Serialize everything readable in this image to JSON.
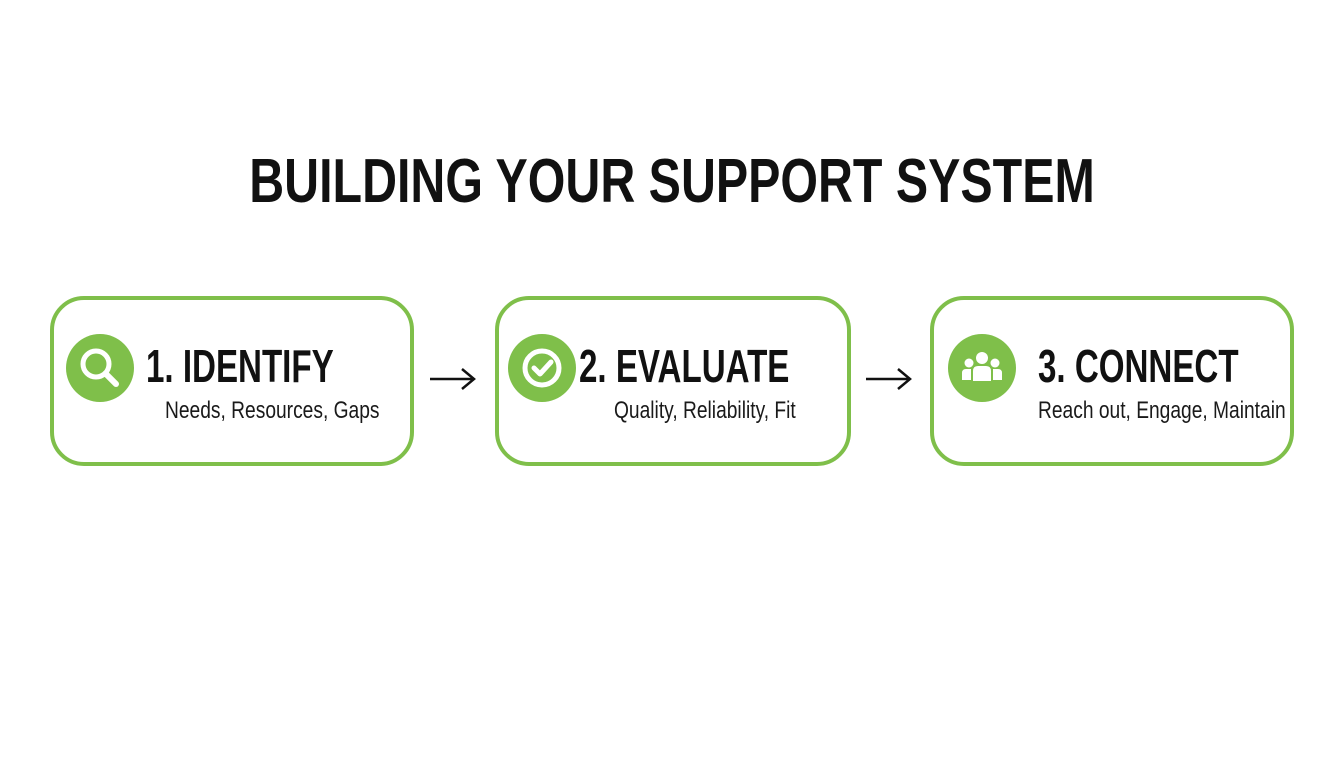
{
  "title": "BUILDING YOUR SUPPORT SYSTEM",
  "colors": {
    "accent": "#7fbf4a",
    "text": "#111111",
    "background": "#ffffff"
  },
  "steps": [
    {
      "heading": "1. IDENTIFY",
      "subtitle": "Needs, Resources, Gaps",
      "icon": "search-icon"
    },
    {
      "heading": "2. EVALUATE",
      "subtitle": "Quality, Reliability, Fit",
      "icon": "check-icon"
    },
    {
      "heading": "3. CONNECT",
      "subtitle": "Reach out, Engage, Maintain",
      "icon": "people-icon"
    }
  ]
}
